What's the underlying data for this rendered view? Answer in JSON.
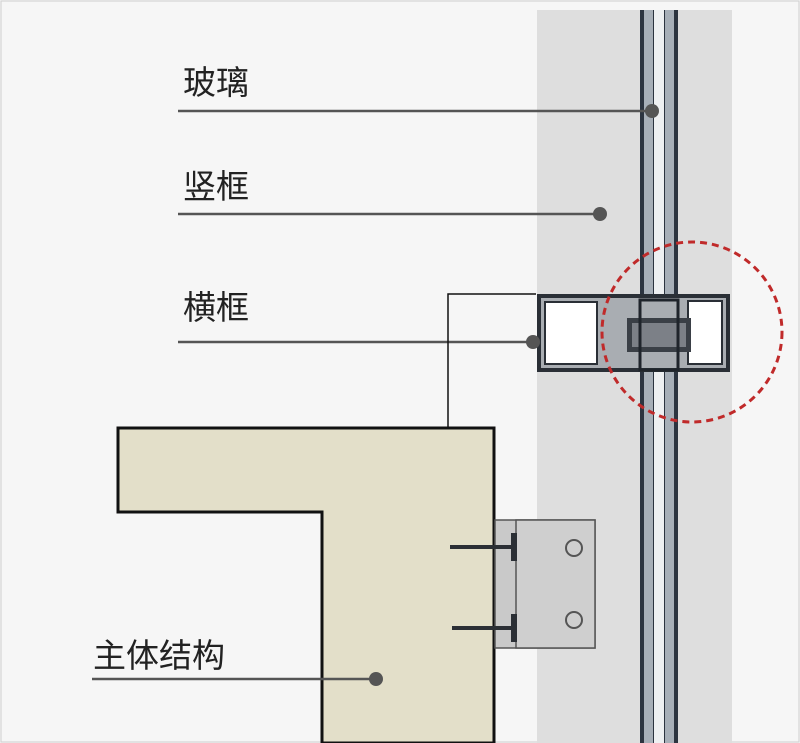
{
  "labels": {
    "glass": "玻璃",
    "mullion": "竖框",
    "transom": "横框",
    "main_structure": "主体结构"
  },
  "colors": {
    "background": "#f6f6f6",
    "wall_band": "#dedede",
    "glass_panel": "#a7afb8",
    "glass_edge": "#2c3440",
    "structure_fill": "#e3dfc9",
    "bracket_fill": "#c9c9c9",
    "highlight_circle": "#c02a2a",
    "leader_dot": "#555555"
  },
  "icons": {
    "highlight": "dashed-circle",
    "leader_end": "dot"
  }
}
